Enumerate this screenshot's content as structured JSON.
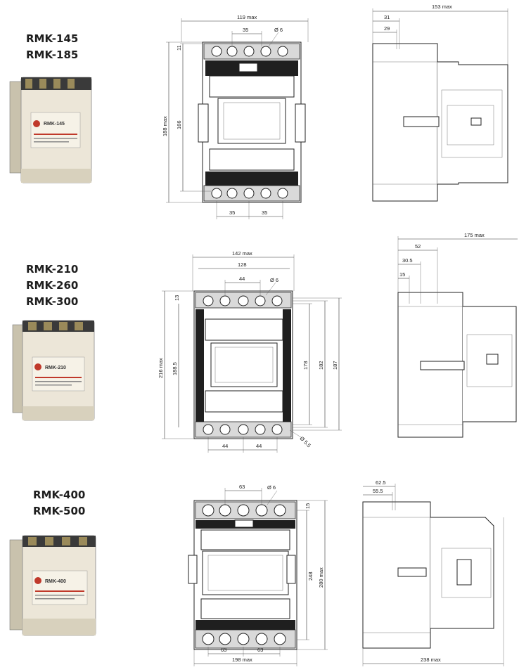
{
  "sections": [
    {
      "models": [
        "RMK-145",
        "RMK-185"
      ],
      "photo_label": "RMK-145",
      "front": {
        "width_max": "119 max",
        "pitch_top": "35",
        "hole": "Ø 6",
        "top_offset": "11",
        "height_max": "188 max",
        "mount_height": "166",
        "pitch_bottom_1": "35",
        "pitch_bottom_2": "35"
      },
      "side": {
        "depth_max": "153 max",
        "d1": "31",
        "d2": "29"
      }
    },
    {
      "models": [
        "RMK-210",
        "RMK-260",
        "RMK-300"
      ],
      "photo_label": "RMK-210",
      "front": {
        "width_max": "142 max",
        "mount_width": "128",
        "pitch_top": "44",
        "hole": "Ø 6",
        "top_offset": "13",
        "height_max": "216 max",
        "mount_height": "188.5",
        "h1": "178",
        "h2": "182",
        "h3": "187",
        "mount_hole": "Ø 5.5",
        "pitch_bottom_1": "44",
        "pitch_bottom_2": "44"
      },
      "side": {
        "depth_max": "175 max",
        "d1": "52",
        "d2": "30.5",
        "d3": "15"
      }
    },
    {
      "models": [
        "RMK-400",
        "RMK-500"
      ],
      "photo_label": "RMK-400",
      "front": {
        "pitch_top": "63",
        "hole": "Ø 6",
        "top_offset": "15",
        "mount_height": "248",
        "height_max": "280 max",
        "pitch_bottom_1": "63",
        "pitch_bottom_2": "63",
        "width_max": "198 max"
      },
      "side": {
        "d1": "62.5",
        "d2": "55.5",
        "depth_max": "238 max"
      }
    }
  ],
  "colors": {
    "housing": "#ece6d8",
    "base": "#bdb6a3",
    "label_red": "#c0392b",
    "drawing_line": "#333333"
  }
}
